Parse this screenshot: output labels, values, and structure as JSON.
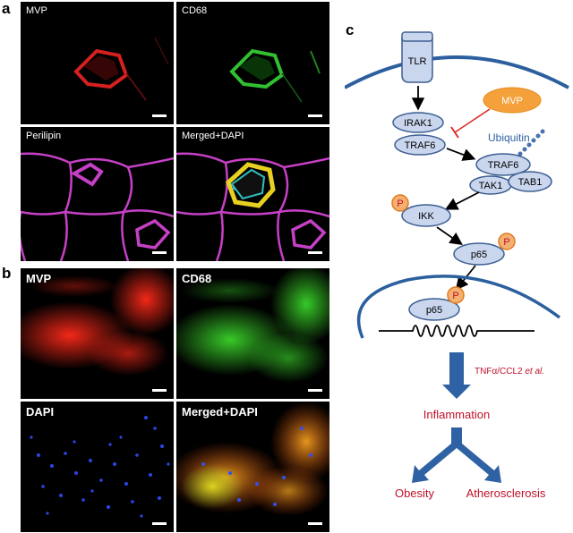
{
  "panels": {
    "a": "a",
    "b": "b",
    "c": "c"
  },
  "panel_a": {
    "tiles": [
      "MVP",
      "CD68",
      "Perilipin",
      "Merged+DAPI"
    ]
  },
  "panel_b": {
    "tiles": [
      "MVP",
      "CD68",
      "DAPI",
      "Merged+DAPI"
    ]
  },
  "pathway": {
    "tlr": "TLR",
    "mvp": "MVP",
    "irak1": "IRAK1",
    "traf6_left": "TRAF6",
    "ubiquitin": "Ubiquitin",
    "traf6_right": "TRAF6",
    "tak1": "TAK1",
    "tab1": "TAB1",
    "p_ikk": "P",
    "ikk": "IKK",
    "p_p65": "P",
    "p65": "p65",
    "p_p65_nuc": "P",
    "p65_nuc": "p65",
    "cytokines": "TNFα/CCL2 ",
    "cytokines_etal": "et al.",
    "inflammation": "Inflammation",
    "obesity": "Obesity",
    "atherosclerosis": "Atherosclerosis"
  },
  "colors": {
    "node_fill": "#c9d6ee",
    "node_stroke": "#3d5f91",
    "membrane": "#2b5f9e",
    "mvp_fill": "#f4a13c",
    "inhibit": "#d9241e",
    "outcome_text": "#c0102a",
    "big_arrow": "#2f62a4"
  }
}
